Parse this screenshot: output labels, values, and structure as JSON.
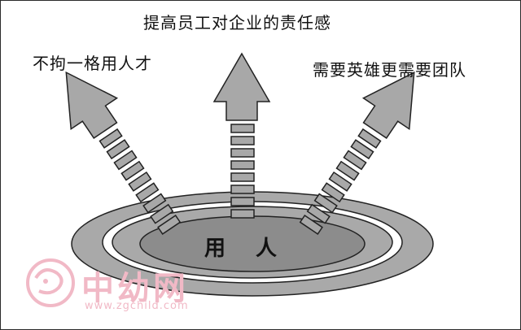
{
  "diagram": {
    "center_label": "用  人",
    "arrow_labels": {
      "top": "提高员工对企业的责任感",
      "left": "不拘一格用人才",
      "right": "需要英雄更需要团队"
    }
  },
  "watermark": {
    "brand": "中幼网",
    "url": "www.zgchild.com"
  },
  "colors": {
    "outer_ring": "#a9a9a9",
    "white_ring": "#ffffff",
    "mid_ring": "#a9a9a9",
    "inner_ellipse": "#8c8c8c",
    "arrow_fill": "#a8a8a8",
    "stroke": "#222222",
    "watermark": "#f1b9c6"
  }
}
